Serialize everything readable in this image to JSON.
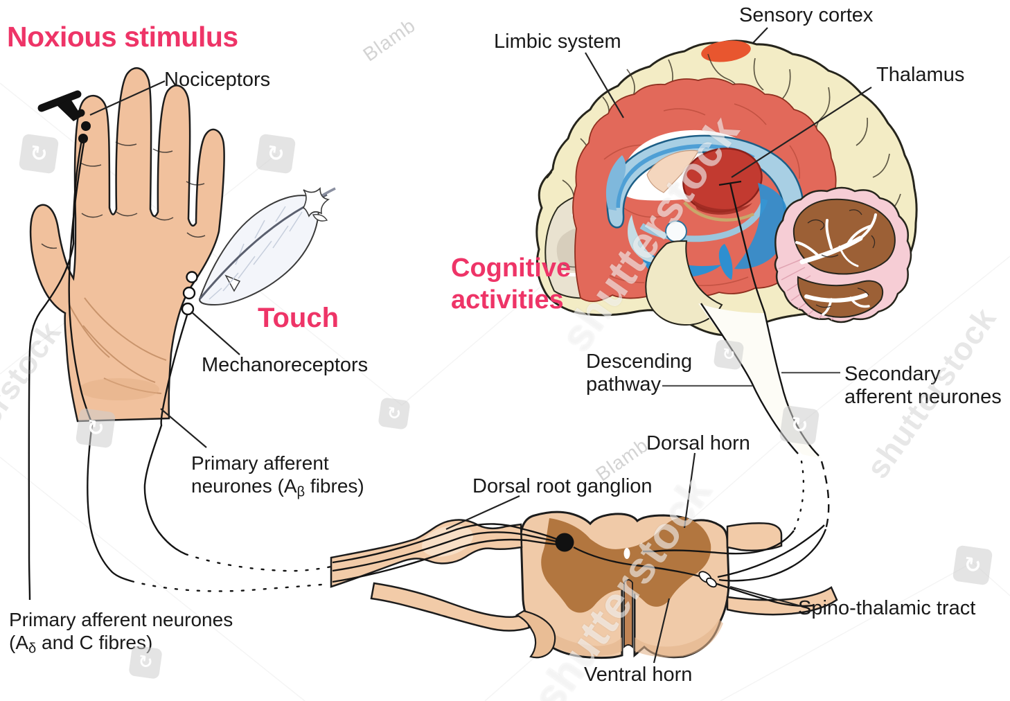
{
  "headings": {
    "noxious": {
      "text": "Noxious stimulus",
      "color": "#EE3467"
    },
    "touch": {
      "text": "Touch",
      "color": "#EE3467"
    },
    "cognitive": {
      "line1": "Cognitive",
      "line2": "activities",
      "color": "#EE3467"
    }
  },
  "labels": {
    "nociceptors": "Nociceptors",
    "mechanoreceptors": "Mechanoreceptors",
    "primary_ab": {
      "line1": "Primary afferent",
      "line2_pre": "neurones (A",
      "line2_sub": "β",
      "line2_post": " fibres)"
    },
    "primary_adc": {
      "line1": "Primary afferent neurones",
      "line2_pre": "(A",
      "line2_sub": "δ",
      "line2_post": " and C fibres)"
    },
    "limbic": "Limbic system",
    "sensory": "Sensory cortex",
    "thalamus": "Thalamus",
    "descending": {
      "line1": "Descending",
      "line2": "pathway"
    },
    "secondary": {
      "line1": "Secondary",
      "line2": "afferent neurones"
    },
    "dorsal_horn": "Dorsal horn",
    "drg": "Dorsal root ganglion",
    "spino": "Spino-thalamic tract",
    "ventral_horn": "Ventral horn"
  },
  "watermarks": {
    "brand": "shutterstock",
    "artist": "Blamb"
  },
  "icons": {
    "logo_arrows": "↻"
  },
  "colors": {
    "heading_pink": "#EE3467",
    "label_black": "#191919",
    "skin": "#F1C19D",
    "cortex_cream": "#F3ECC5",
    "limbic_red": "#E2695A",
    "thalamus_red": "#C23A30",
    "bright_blue": "#2E8FD0",
    "pale_blue": "#A8CFE4",
    "cord_tan": "#F0CAA8",
    "gray_matter_brown": "#B2763F",
    "cerebellum_pink": "#F6CDD5",
    "arbor_brown": "#9C6036",
    "sensory_spot": "#E8562F",
    "feather_white": "#F3F5FA"
  }
}
